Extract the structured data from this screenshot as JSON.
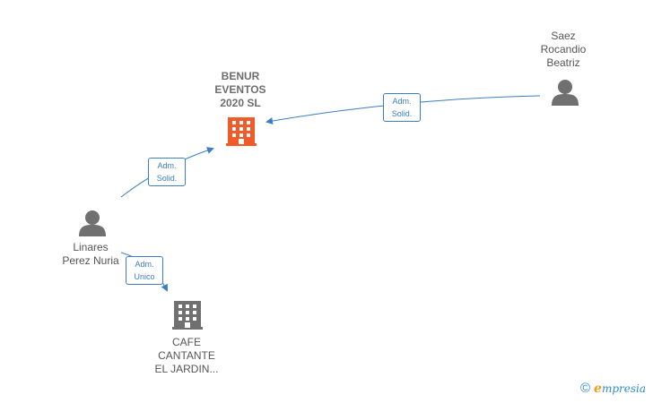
{
  "colors": {
    "edge": "#3d7ec2",
    "company_main": "#f15a29",
    "company": "#707070",
    "person": "#707070",
    "brand_orange": "#f39a1e"
  },
  "nodes": {
    "benur": {
      "line1": "BENUR",
      "line2": "EVENTOS",
      "line3": "2020  SL",
      "icon": "building-icon"
    },
    "cafe": {
      "line1": "CAFE",
      "line2": "CANTANTE",
      "line3": "EL JARDIN...",
      "icon": "building-icon"
    },
    "saez": {
      "line1": "Saez",
      "line2": "Rocandio",
      "line3": "Beatriz",
      "icon": "person-icon"
    },
    "linares": {
      "line1": "Linares",
      "line2": "Perez Nuria",
      "icon": "person-icon"
    }
  },
  "edges": {
    "saez_benur": {
      "line1": "Adm.",
      "line2": "Solid."
    },
    "linares_benur": {
      "line1": "Adm.",
      "line2": "Solid."
    },
    "linares_cafe": {
      "line1": "Adm.",
      "line2": "Unico"
    }
  },
  "footer": {
    "copyright": "©",
    "brand_initial": "e",
    "brand_rest": "mpresia"
  }
}
